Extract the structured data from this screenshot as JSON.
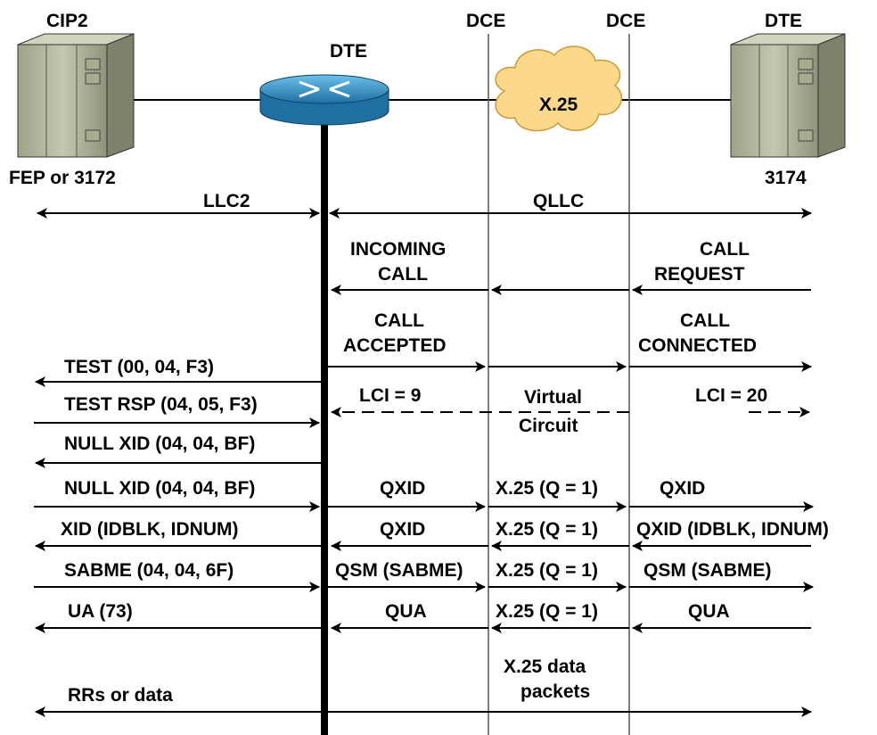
{
  "devices": {
    "cip2_label": "CIP2",
    "left_device_label": "FEP or 3172",
    "router_label": "DTE",
    "dce_left_label": "DCE",
    "dce_right_label": "DCE",
    "right_dte_label": "DTE",
    "right_device_label": "3174",
    "cloud_label": "X.25"
  },
  "protocols": {
    "left": "LLC2",
    "right": "QLLC"
  },
  "labels": {
    "incoming_call": [
      "INCOMING",
      "CALL"
    ],
    "call_request": [
      "CALL",
      "REQUEST"
    ],
    "call_accepted": [
      "CALL",
      "ACCEPTED"
    ],
    "call_connected": [
      "CALL",
      "CONNECTED"
    ],
    "lci_left": "LCI = 9",
    "virtual_circuit": [
      "Virtual",
      "Circuit"
    ],
    "lci_right": "LCI = 20",
    "test": "TEST (00, 04, F3)",
    "test_rsp": "TEST RSP (04, 05, F3)",
    "null_xid_1": "NULL XID (04, 04, BF)",
    "null_xid_2": "NULL XID (04, 04, BF)",
    "qxid_1": "QXID",
    "x25_q1_a": "X.25 (Q = 1)",
    "qxid_2": "QXID",
    "xid_idblk": "XID (IDBLK, IDNUM)",
    "qxid_3": "QXID",
    "x25_q1_b": "X.25 (Q = 1)",
    "qxid_idblk": "QXID (IDBLK, IDNUM)",
    "sabme": "SABME (04, 04, 6F)",
    "qsm_1": "QSM (SABME)",
    "x25_q1_c": "X.25 (Q = 1)",
    "qsm_2": "QSM (SABME)",
    "ua": "UA (73)",
    "qua_1": "QUA",
    "x25_q1_d": "X.25 (Q = 1)",
    "qua_2": "QUA",
    "x25_data": [
      "X.25 data",
      "packets"
    ],
    "rrs_or_data": "RRs or data"
  },
  "colors": {
    "device_body": "#b8bca2",
    "router_body": "#2f8fc4",
    "cloud_fill": "#fcd98a",
    "line": "#000000"
  }
}
